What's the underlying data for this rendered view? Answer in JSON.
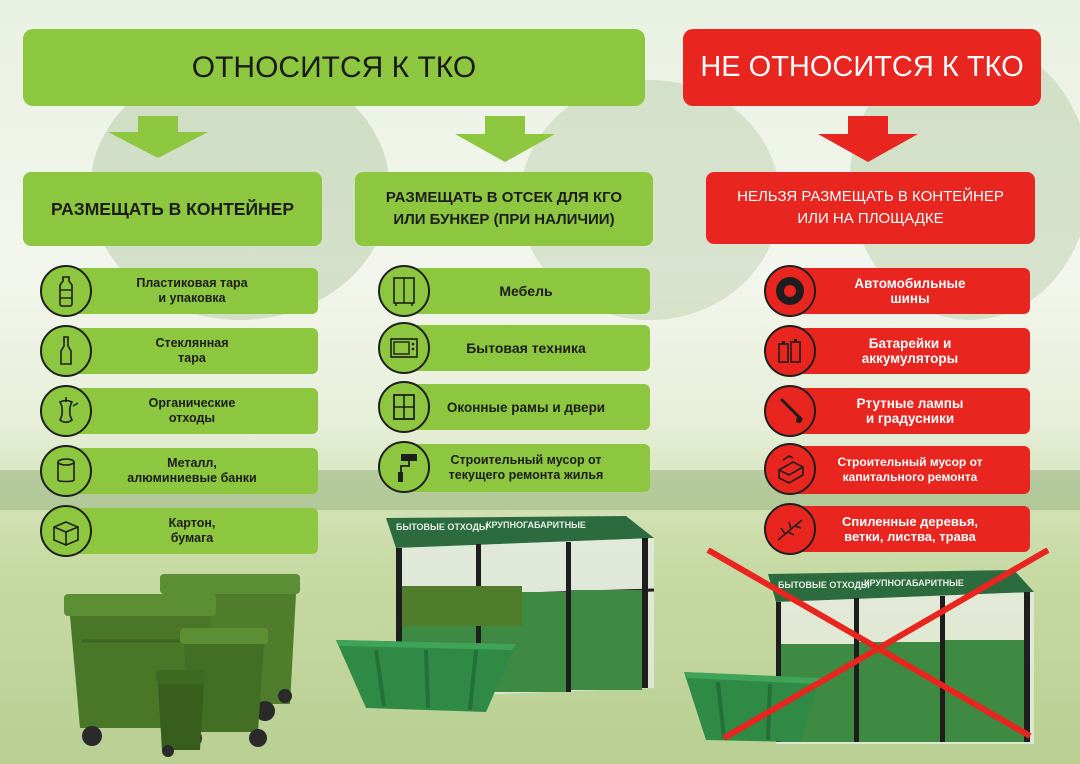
{
  "headers": {
    "belongs": "ОТНОСИТСЯ К ТКО",
    "not_belongs": "НЕ ОТНОСИТСЯ К ТКО"
  },
  "columns": {
    "container": {
      "title": "РАЗМЕЩАТЬ В КОНТЕЙНЕР",
      "items": [
        {
          "label": "Пластиковая тара\nи упаковка",
          "icon": "plastic-bottle-icon"
        },
        {
          "label": "Стеклянная\nтара",
          "icon": "glass-bottle-icon"
        },
        {
          "label": "Органические\nотходы",
          "icon": "apple-core-icon"
        },
        {
          "label": "Металл,\nалюминиевые банки",
          "icon": "can-icon"
        },
        {
          "label": "Картон,\nбумага",
          "icon": "cardboard-box-icon"
        }
      ]
    },
    "kgo": {
      "title": "РАЗМЕЩАТЬ В ОТСЕК ДЛЯ КГО\nИЛИ БУНКЕР (ПРИ НАЛИЧИИ)",
      "items": [
        {
          "label": "Мебель",
          "icon": "wardrobe-icon"
        },
        {
          "label": "Бытовая техника",
          "icon": "microwave-icon"
        },
        {
          "label": "Оконные рамы и двери",
          "icon": "window-frame-icon"
        },
        {
          "label": "Строительный мусор от\nтекущего ремонта жилья",
          "icon": "paint-roller-icon"
        }
      ]
    },
    "forbidden": {
      "title": "НЕЛЬЗЯ РАЗМЕЩАТЬ В КОНТЕЙНЕР\nИЛИ НА ПЛОЩАДКЕ",
      "items": [
        {
          "label": "Автомобильные\nшины",
          "icon": "tire-icon"
        },
        {
          "label": "Батарейки и\nаккумуляторы",
          "icon": "battery-icon"
        },
        {
          "label": "Ртутные лампы\nи градусники",
          "icon": "thermometer-icon"
        },
        {
          "label": "Строительный мусор от\nкапитального ремонта",
          "icon": "bricks-icon"
        },
        {
          "label": "Спиленные деревья,\nветки, листва, трава",
          "icon": "branch-icon"
        }
      ]
    }
  },
  "shelter_signs": {
    "left": "БЫТОВЫЕ ОТХОДЫ",
    "right": "КРУПНОГАБАРИТНЫЕ"
  },
  "colors": {
    "green": "#8dc63f",
    "red": "#e8251e",
    "container_green": "#4f7d2c",
    "bunker_green": "#2f8a46"
  }
}
